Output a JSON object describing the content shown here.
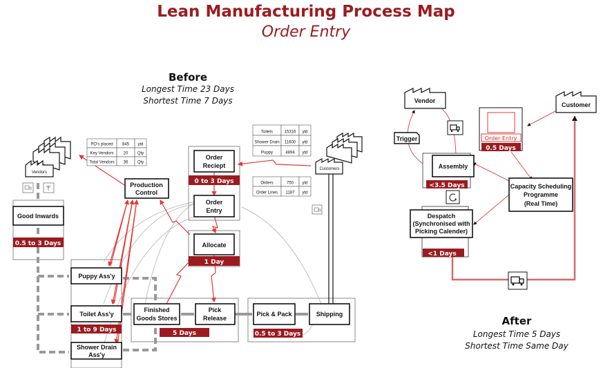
{
  "title": "Lean Manufacturing Process Map",
  "subtitle": "Order Entry",
  "colors": {
    "brand_red": "#9b1c20",
    "signal_red": "#e53935",
    "after_line": "#d46a6a",
    "push_grey": "#999999"
  },
  "before": {
    "heading": "Before",
    "longest": "Longest Time 23 Days",
    "shortest": "Shortest Time 7 Days",
    "vendors_label": "Vendors",
    "customers_label": "Customers",
    "vendor_table": [
      [
        "PO's placed",
        "845",
        "ytd"
      ],
      [
        "Key Vendors",
        "20",
        "Qty"
      ],
      [
        "Total Vendors",
        "36",
        "Qty"
      ]
    ],
    "sales_table": [
      [
        "Toilets",
        "15316",
        "ytd"
      ],
      [
        "Shower Drain",
        "11600",
        "ytd"
      ],
      [
        "Puppy",
        "4894",
        "ytd"
      ]
    ],
    "orders_table": [
      [
        "Orders",
        "750",
        "ytd"
      ],
      [
        "Order Lines",
        "1187",
        "ytd"
      ]
    ],
    "processes": {
      "good_inwards": {
        "label": "Good Inwards",
        "time": "0.5 to 3 Days"
      },
      "production_control": {
        "line1": "Production",
        "line2": "Control"
      },
      "order_receipt": {
        "line1": "Order",
        "line2": "Reciept",
        "time": "0 to 3 Days"
      },
      "order_entry": {
        "line1": "Order",
        "line2": "Entry"
      },
      "allocate": {
        "label": "Allocate",
        "time": "1 Day"
      },
      "puppy": {
        "label": "Puppy Ass'y"
      },
      "toilet": {
        "label": "Toilet Ass'y",
        "time": "1 to 9 Days"
      },
      "shower": {
        "line1": "Shower Drain",
        "line2": "Ass'y"
      },
      "finished_goods": {
        "line1": "Finished",
        "line2": "Goods Stores",
        "time": "5 Days"
      },
      "pick_release": {
        "line1": "Pick",
        "line2": "Release"
      },
      "pick_pack": {
        "label": "Pick & Pack",
        "time": "0.5 to 3 Days"
      },
      "shipping": {
        "label": "Shipping"
      }
    },
    "icons": [
      "truck-icon",
      "kanban-signal-icon",
      "truck-icon"
    ]
  },
  "after": {
    "heading": "After",
    "longest": "Longest Time 5 Days",
    "shortest": "Shortest Time Same Day",
    "vendor_label": "Vendor",
    "customer_label": "Customer",
    "trigger_label": "Trigger",
    "order_entry": {
      "label": "Order Entry",
      "time": "0.5  Days"
    },
    "assembly": {
      "label": "Assembly",
      "time": "<3.5  Days"
    },
    "despatch": {
      "line1": "Despatch",
      "line2": "(Synchronised with",
      "line3": "Picking Calender)",
      "time": "<1  Days"
    },
    "capacity": {
      "line1": "Capacity Scheduling",
      "line2": "Programme",
      "line3": "(Real Time)"
    },
    "icons": [
      "truck-icon",
      "refresh-cycle-icon",
      "truck-icon"
    ]
  }
}
